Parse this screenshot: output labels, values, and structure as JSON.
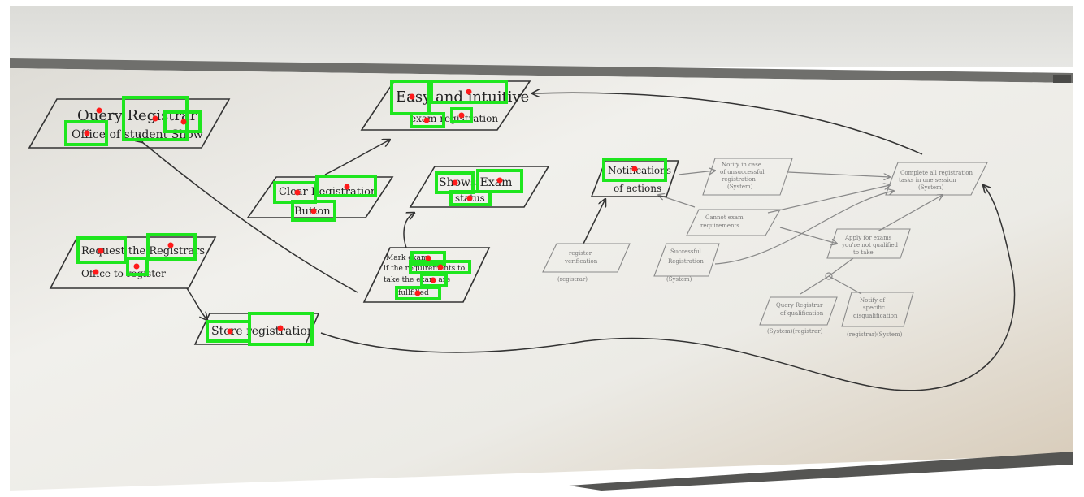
{
  "colors": {
    "detection_box": "#1ee61e",
    "detection_point": "#ff1a1a",
    "whiteboard": "#ecebe6",
    "marker": "#222222"
  },
  "notes": [
    {
      "id": "query-registrar",
      "lines": [
        "Query Registrar",
        "Office of student Show"
      ]
    },
    {
      "id": "easy-intuitive",
      "lines": [
        "Easy and intuitive",
        "exam registration"
      ]
    },
    {
      "id": "clear-button",
      "lines": [
        "Clear Registration",
        "Button"
      ]
    },
    {
      "id": "shows-exam-status",
      "lines": [
        "Shows Exam",
        "status"
      ]
    },
    {
      "id": "request-registrar",
      "lines": [
        "Request the Registrars",
        "Office to register"
      ]
    },
    {
      "id": "mark-exam",
      "lines": [
        "Mark exam",
        "if the requirements to",
        "take the exam are",
        "fullfilled"
      ]
    },
    {
      "id": "store-registration",
      "lines": [
        "Store registration"
      ]
    },
    {
      "id": "notifications",
      "lines": [
        "Notifications",
        "of actions"
      ]
    },
    {
      "id": "notify-success",
      "lines": [
        "Notify in case",
        "of unsuccessful",
        "registration",
        "(System)"
      ]
    },
    {
      "id": "complete-registration",
      "lines": [
        "Complete all registration",
        "tasks in one session",
        "(System)"
      ]
    },
    {
      "id": "cannot-requirements",
      "lines": [
        "Cannot exam",
        "requirements"
      ]
    },
    {
      "id": "register-verification",
      "lines": [
        "register",
        "verification",
        "(registrar)"
      ]
    },
    {
      "id": "successful-registration",
      "lines": [
        "Successful",
        "Registration",
        "(System)"
      ]
    },
    {
      "id": "apply-exams",
      "lines": [
        "Apply for exams",
        "you're not qualified",
        "to take"
      ]
    },
    {
      "id": "query-qualification",
      "lines": [
        "Query Registrar",
        "of qualification",
        "(System)(registrar)"
      ]
    },
    {
      "id": "notify-qualification",
      "lines": [
        "Notify of",
        "specific",
        "disqualification",
        "(registrar)(System)"
      ]
    }
  ],
  "detections": [
    {
      "word": "Query",
      "box": [
        0,
        0,
        0,
        0
      ]
    },
    {
      "word": "Registrar"
    },
    {
      "word": "Show"
    },
    {
      "word": "Office"
    },
    {
      "word": "Easy"
    },
    {
      "word": "intuitive"
    },
    {
      "word": "exam"
    },
    {
      "word": "reg"
    },
    {
      "word": "Clear"
    },
    {
      "word": "Registration"
    },
    {
      "word": "Button"
    },
    {
      "word": "Shows"
    },
    {
      "word": "Exam"
    },
    {
      "word": "status"
    },
    {
      "word": "Notifications"
    },
    {
      "word": "Request"
    },
    {
      "word": "Registrars"
    },
    {
      "word": "Office"
    },
    {
      "word": "to"
    },
    {
      "word": "exam"
    },
    {
      "word": "requirements"
    },
    {
      "word": "exam"
    },
    {
      "word": "fullfilled"
    },
    {
      "word": "Store"
    },
    {
      "word": "registration"
    }
  ]
}
